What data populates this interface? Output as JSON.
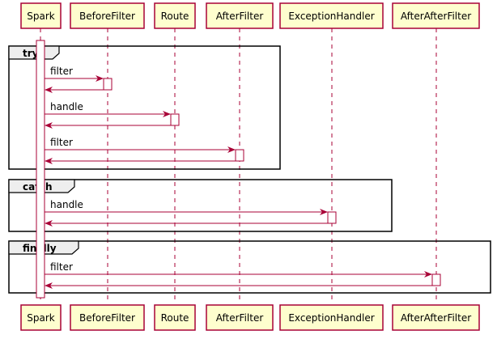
{
  "participants": [
    {
      "id": "spark",
      "label": "Spark"
    },
    {
      "id": "beforefilter",
      "label": "BeforeFilter"
    },
    {
      "id": "route",
      "label": "Route"
    },
    {
      "id": "afterfilter",
      "label": "AfterFilter"
    },
    {
      "id": "exceptionhandler",
      "label": "ExceptionHandler"
    },
    {
      "id": "afterafterfilter",
      "label": "AfterAfterFilter"
    }
  ],
  "fragments": [
    {
      "id": "try",
      "label": "try"
    },
    {
      "id": "catch",
      "label": "catch"
    },
    {
      "id": "finally",
      "label": "finally"
    }
  ],
  "messages": [
    {
      "from": "Spark",
      "to": "BeforeFilter",
      "label": "filter"
    },
    {
      "from": "BeforeFilter",
      "to": "Spark",
      "label": ""
    },
    {
      "from": "Spark",
      "to": "Route",
      "label": "handle"
    },
    {
      "from": "Route",
      "to": "Spark",
      "label": ""
    },
    {
      "from": "Spark",
      "to": "AfterFilter",
      "label": "filter"
    },
    {
      "from": "AfterFilter",
      "to": "Spark",
      "label": ""
    },
    {
      "from": "Spark",
      "to": "ExceptionHandler",
      "label": "handle"
    },
    {
      "from": "ExceptionHandler",
      "to": "Spark",
      "label": ""
    },
    {
      "from": "Spark",
      "to": "AfterAfterFilter",
      "label": "filter"
    },
    {
      "from": "AfterAfterFilter",
      "to": "Spark",
      "label": ""
    }
  ],
  "colors": {
    "participant_fill": "#FEFECE",
    "participant_border": "#A80036",
    "arrow": "#A80036",
    "frame_border": "#000000",
    "frame_tab_fill": "#EEEEEE"
  }
}
